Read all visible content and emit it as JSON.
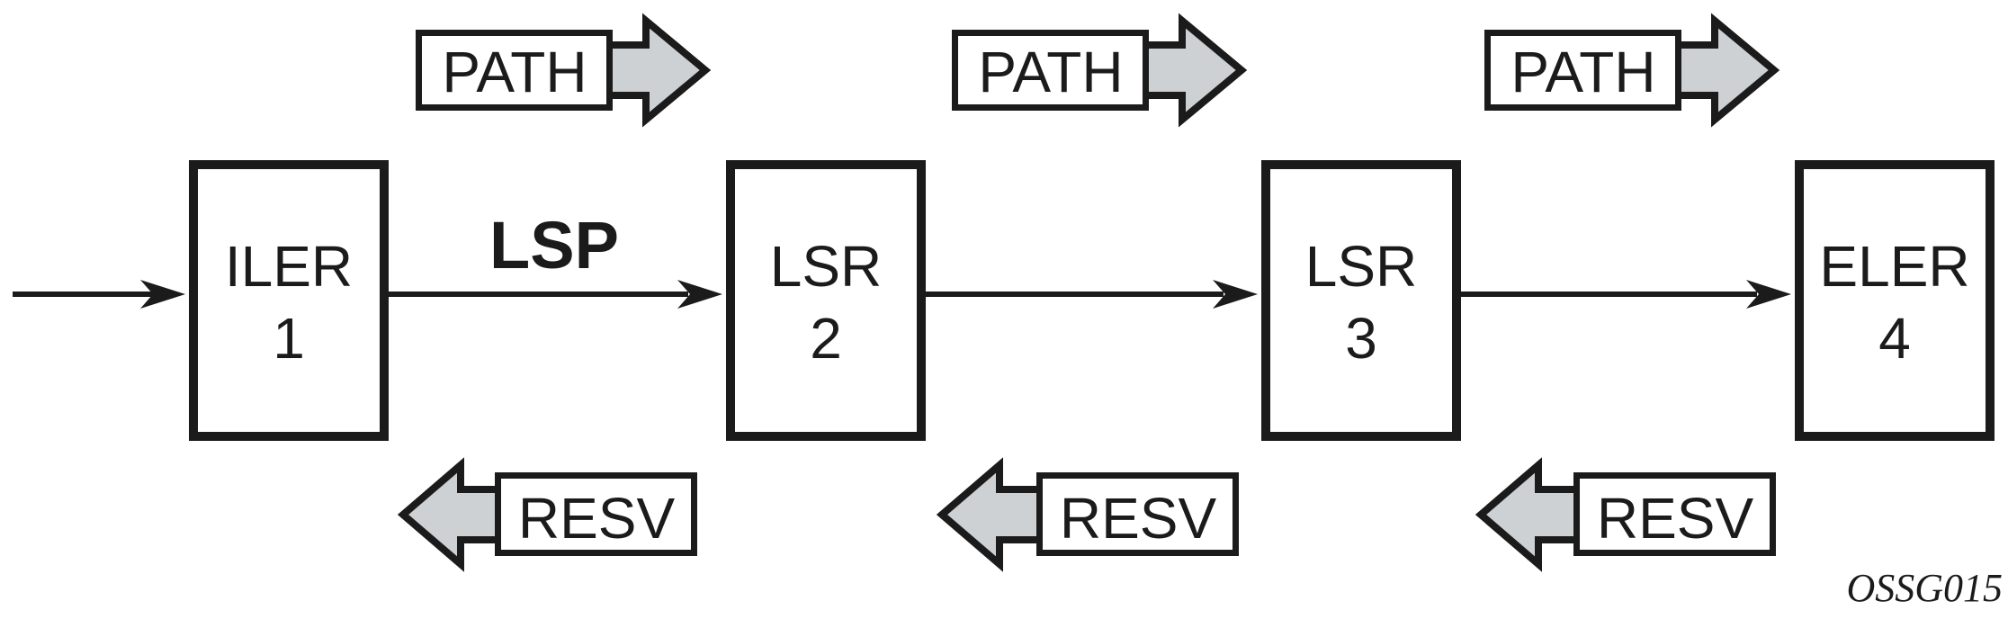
{
  "figure": {
    "background": "#ffffff",
    "ink_color": "#1b1b1b",
    "message_arrow_fill": "#cdd1d4",
    "lsp_label": "LSP",
    "watermark": "OSSG015",
    "nodes": [
      {
        "name": "ILER",
        "number": "1"
      },
      {
        "name": "LSR",
        "number": "2"
      },
      {
        "name": "LSR",
        "number": "3"
      },
      {
        "name": "ELER",
        "number": "4"
      }
    ],
    "path_messages": [
      {
        "label": "PATH"
      },
      {
        "label": "PATH"
      },
      {
        "label": "PATH"
      }
    ],
    "resv_messages": [
      {
        "label": "RESV"
      },
      {
        "label": "RESV"
      },
      {
        "label": "RESV"
      }
    ]
  }
}
